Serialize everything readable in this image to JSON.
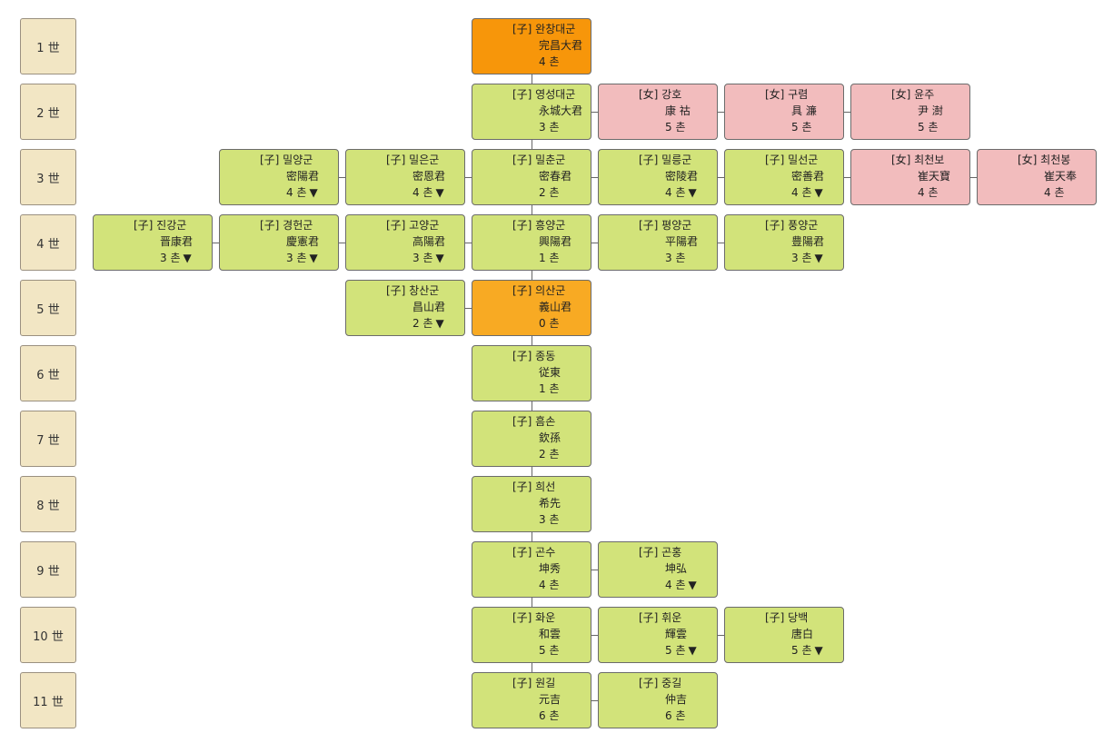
{
  "generations": [
    "1 世",
    "2 世",
    "3 世",
    "4 世",
    "5 世",
    "6 世",
    "7 世",
    "8 世",
    "9 世",
    "10 世",
    "11 世"
  ],
  "people": [
    {
      "id": "g1c6",
      "gen": 0,
      "col": 6,
      "rel": "[子]",
      "kor": "완창대군",
      "han": "完昌大君",
      "chon": "4 촌",
      "color": "orange",
      "more": false
    },
    {
      "id": "g2c6",
      "gen": 1,
      "col": 6,
      "rel": "[子]",
      "kor": "영성대군",
      "han": "永城大君",
      "chon": "3 촌",
      "color": "green",
      "more": false
    },
    {
      "id": "g2c7",
      "gen": 1,
      "col": 7,
      "rel": "[女]",
      "kor": "강호",
      "han": "康 祜",
      "chon": "5 촌",
      "color": "pink",
      "more": false
    },
    {
      "id": "g2c8",
      "gen": 1,
      "col": 8,
      "rel": "[女]",
      "kor": "구렴",
      "han": "具 濂",
      "chon": "5 촌",
      "color": "pink",
      "more": false
    },
    {
      "id": "g2c9",
      "gen": 1,
      "col": 9,
      "rel": "[女]",
      "kor": "윤주",
      "han": "尹 澍",
      "chon": "5 촌",
      "color": "pink",
      "more": false
    },
    {
      "id": "g3c4",
      "gen": 2,
      "col": 4,
      "rel": "[子]",
      "kor": "밀양군",
      "han": "密陽君",
      "chon": "4 촌",
      "color": "green",
      "more": true
    },
    {
      "id": "g3c5",
      "gen": 2,
      "col": 5,
      "rel": "[子]",
      "kor": "밀은군",
      "han": "密恩君",
      "chon": "4 촌",
      "color": "green",
      "more": true
    },
    {
      "id": "g3c6",
      "gen": 2,
      "col": 6,
      "rel": "[子]",
      "kor": "밀춘군",
      "han": "密春君",
      "chon": "2 촌",
      "color": "green",
      "more": false
    },
    {
      "id": "g3c7",
      "gen": 2,
      "col": 7,
      "rel": "[子]",
      "kor": "밀릉군",
      "han": "密陵君",
      "chon": "4 촌",
      "color": "green",
      "more": true
    },
    {
      "id": "g3c8",
      "gen": 2,
      "col": 8,
      "rel": "[子]",
      "kor": "밀선군",
      "han": "密善君",
      "chon": "4 촌",
      "color": "green",
      "more": true
    },
    {
      "id": "g3c9",
      "gen": 2,
      "col": 9,
      "rel": "[女]",
      "kor": "최천보",
      "han": "崔天寶",
      "chon": "4 촌",
      "color": "pink",
      "more": false
    },
    {
      "id": "g3c10",
      "gen": 2,
      "col": 10,
      "rel": "[女]",
      "kor": "최천봉",
      "han": "崔天奉",
      "chon": "4 촌",
      "color": "pink",
      "more": false
    },
    {
      "id": "g4c3",
      "gen": 3,
      "col": 3,
      "rel": "[子]",
      "kor": "진강군",
      "han": "晋康君",
      "chon": "3 촌",
      "color": "green",
      "more": true
    },
    {
      "id": "g4c4",
      "gen": 3,
      "col": 4,
      "rel": "[子]",
      "kor": "경헌군",
      "han": "慶憲君",
      "chon": "3 촌",
      "color": "green",
      "more": true
    },
    {
      "id": "g4c5",
      "gen": 3,
      "col": 5,
      "rel": "[子]",
      "kor": "고양군",
      "han": "高陽君",
      "chon": "3 촌",
      "color": "green",
      "more": true
    },
    {
      "id": "g4c6",
      "gen": 3,
      "col": 6,
      "rel": "[子]",
      "kor": "흥양군",
      "han": "興陽君",
      "chon": "1 촌",
      "color": "green",
      "more": false
    },
    {
      "id": "g4c7",
      "gen": 3,
      "col": 7,
      "rel": "[子]",
      "kor": "평양군",
      "han": "平陽君",
      "chon": "3 촌",
      "color": "green",
      "more": false
    },
    {
      "id": "g4c8",
      "gen": 3,
      "col": 8,
      "rel": "[子]",
      "kor": "풍양군",
      "han": "豊陽君",
      "chon": "3 촌",
      "color": "green",
      "more": true
    },
    {
      "id": "g5c5",
      "gen": 4,
      "col": 5,
      "rel": "[子]",
      "kor": "창산군",
      "han": "昌山君",
      "chon": "2 촌",
      "color": "green",
      "more": true
    },
    {
      "id": "g5c6",
      "gen": 4,
      "col": 6,
      "rel": "[子]",
      "kor": "의산군",
      "han": "義山君",
      "chon": "0 촌",
      "color": "orange2",
      "more": false
    },
    {
      "id": "g6c6",
      "gen": 5,
      "col": 6,
      "rel": "[子]",
      "kor": "종동",
      "han": "従東",
      "chon": "1 촌",
      "color": "green",
      "more": false
    },
    {
      "id": "g7c6",
      "gen": 6,
      "col": 6,
      "rel": "[子]",
      "kor": "흠손",
      "han": "欽孫",
      "chon": "2 촌",
      "color": "green",
      "more": false
    },
    {
      "id": "g8c6",
      "gen": 7,
      "col": 6,
      "rel": "[子]",
      "kor": "희선",
      "han": "希先",
      "chon": "3 촌",
      "color": "green",
      "more": false
    },
    {
      "id": "g9c6",
      "gen": 8,
      "col": 6,
      "rel": "[子]",
      "kor": "곤수",
      "han": "坤秀",
      "chon": "4 촌",
      "color": "green",
      "more": false
    },
    {
      "id": "g9c7",
      "gen": 8,
      "col": 7,
      "rel": "[子]",
      "kor": "곤홍",
      "han": "坤弘",
      "chon": "4 촌",
      "color": "green",
      "more": true
    },
    {
      "id": "g10c6",
      "gen": 9,
      "col": 6,
      "rel": "[子]",
      "kor": "화운",
      "han": "和雲",
      "chon": "5 촌",
      "color": "green",
      "more": false
    },
    {
      "id": "g10c7",
      "gen": 9,
      "col": 7,
      "rel": "[子]",
      "kor": "휘운",
      "han": "輝雲",
      "chon": "5 촌",
      "color": "green",
      "more": true
    },
    {
      "id": "g10c8",
      "gen": 9,
      "col": 8,
      "rel": "[子]",
      "kor": "당백",
      "han": "唐白",
      "chon": "5 촌",
      "color": "green",
      "more": true
    },
    {
      "id": "g11c6",
      "gen": 10,
      "col": 6,
      "rel": "[子]",
      "kor": "원길",
      "han": "元吉",
      "chon": "6 촌",
      "color": "green",
      "more": false
    },
    {
      "id": "g11c7",
      "gen": 10,
      "col": 7,
      "rel": "[子]",
      "kor": "중길",
      "han": "仲吉",
      "chon": "6 촌",
      "color": "green",
      "more": false
    }
  ],
  "expand_glyph": "▼"
}
